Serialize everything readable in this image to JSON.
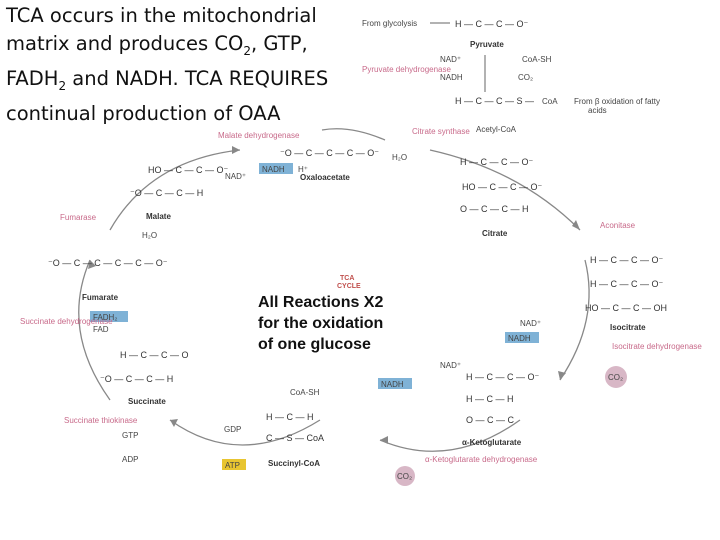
{
  "intro": {
    "line1": "TCA occurs in the mitochondrial",
    "line2_pre": "matrix and produces CO",
    "line2_sub": "2",
    "line2_post": ", GTP,",
    "line3_pre": "FADH",
    "line3_sub": "2",
    "line3_post": " and NADH.  TCA REQUIRES",
    "line4": "continual production of OAA"
  },
  "note": {
    "line1": "All Reactions X2",
    "line2": "for the oxidation",
    "line3": "of one glucose"
  },
  "diagram": {
    "from_glycolysis": "From glycolysis",
    "pyruvate": "Pyruvate",
    "pyruvate_dehydrogenase": "Pyruvate dehydrogenase",
    "nad_plus": "NAD⁺",
    "nadh": "NADH",
    "coa_sh": "CoA-SH",
    "co2": "CO₂",
    "coa": "CoA",
    "from_beta_oxidation_1": "From β oxidation of fatty",
    "from_beta_oxidation_2": "acids",
    "acetyl_coa": "Acetyl-CoA",
    "citrate_synthase": "Citrate synthase",
    "h2o": "H₂O",
    "citrate": "Citrate",
    "aconitase": "Aconitase",
    "isocitrate": "Isocitrate",
    "isocitrate_dehydrogenase": "Isocitrate dehydrogenase",
    "a_ketoglutarate": "α-Ketoglutarate",
    "a_ketoglutarate_dehydrogenase": "α-Ketoglutarate dehydrogenase",
    "succinyl_coa": "Succinyl-CoA",
    "succinate_thiokinase": "Succinate thiokinase",
    "gtp": "GTP",
    "gdp": "GDP",
    "adp": "ADP",
    "atp": "ATP",
    "succinate": "Succinate",
    "succinate_dehydrogenase": "Succinate dehydrogenase",
    "fadh2": "FADH₂",
    "fad": "FAD",
    "fumarate": "Fumarate",
    "fumarase": "Fumarase",
    "malate": "Malate",
    "malate_dehydrogenase": "Malate dehydrogenase",
    "oxaloacetate": "Oxaloacetate",
    "h_plus": "H⁺",
    "tca_cycle_1": "TCA",
    "tca_cycle_2": "CYCLE"
  },
  "colors": {
    "enzyme_label": "#c86a8a",
    "cofactor_box": "#7fb2d6",
    "atp_box": "#e8c531",
    "co2_circle": "#d8b7c6",
    "cycle_arrow": "#888888"
  }
}
